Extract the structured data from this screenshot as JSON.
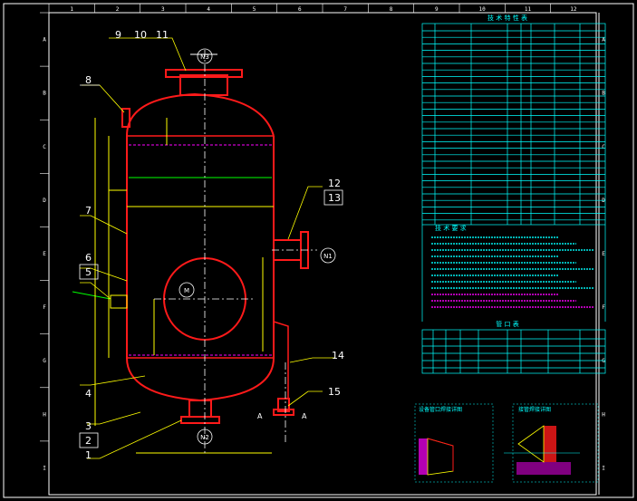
{
  "colors": {
    "background": "#000000",
    "frame": "#ffffff",
    "vessel": "#ff1a1a",
    "table": "#00ffff",
    "centerline": "#ffffff",
    "leader": "#ffff00",
    "accent": "#ff00ff",
    "green": "#00ff00"
  },
  "border": {
    "columns": [
      "1",
      "2",
      "3",
      "4",
      "5",
      "6",
      "7",
      "8",
      "9",
      "10",
      "11",
      "12"
    ],
    "rows": [
      "A",
      "B",
      "C",
      "D",
      "E",
      "F",
      "G",
      "H",
      "I"
    ]
  },
  "callouts": {
    "p9": "9",
    "p10": "10",
    "p11": "11",
    "p8": "8",
    "p7": "7",
    "p6": "6",
    "p5": "5",
    "p4": "4",
    "p3": "3",
    "p2": "2",
    "p1": "1",
    "p12": "12",
    "p13": "13",
    "p14": "14",
    "p15": "15"
  },
  "nozzles": {
    "n3": "N3",
    "n1": "N1",
    "manway": "M",
    "n2": "N2"
  },
  "section_marks": {
    "a_left": "A",
    "a_right": "A"
  },
  "table": {
    "title": "技 术 特 性 表",
    "notes_title": "技 术 要 求",
    "nozzle_table_title": "管 口 表"
  },
  "details": {
    "left_title": "设备管口焊接详图",
    "right_title": "接管焊接详图"
  }
}
